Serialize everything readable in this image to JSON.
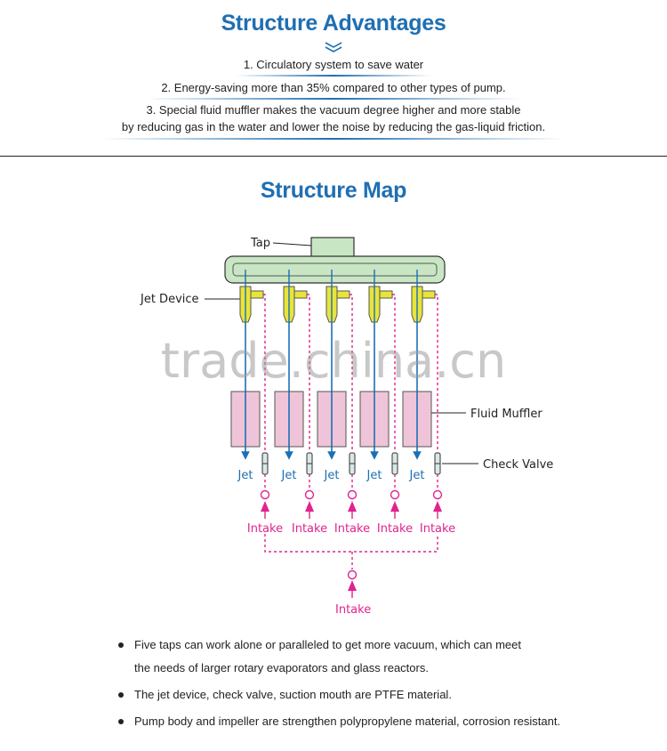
{
  "advantages": {
    "title": "Structure Advantages",
    "line1": "1. Circulatory system to save water",
    "line2": "2. Energy-saving more than 35% compared to other types of pump.",
    "line3a": "3. Special fluid muffler makes the vacuum degree higher and more stable",
    "line3b": "by reducing gas in the water and lower the noise by reducing the gas-liquid friction."
  },
  "map": {
    "title": "Structure Map",
    "labels": {
      "tap": "Tap",
      "jet_device": "Jet Device",
      "fluid_muffler": "Fluid Muffler",
      "check_valve": "Check Valve"
    },
    "jet_label": "Jet",
    "intake_label": "Intake",
    "watermark": "trade.china.cn",
    "colors": {
      "manifold_fill": "#c8e6c4",
      "pipe_blue": "#1c6fb5",
      "jet_yellow": "#e8e43a",
      "muffler_pink": "#f0c4d8",
      "intake_magenta": "#e0238f"
    }
  },
  "notes": [
    "Five taps can work alone or paralleled to get more vacuum, which can meet",
    "the needs of larger rotary evaporators and glass reactors.",
    "The jet device, check valve, suction mouth are PTFE material.",
    "Pump body and impeller are strengthen polypropylene material, corrosion resistant."
  ]
}
